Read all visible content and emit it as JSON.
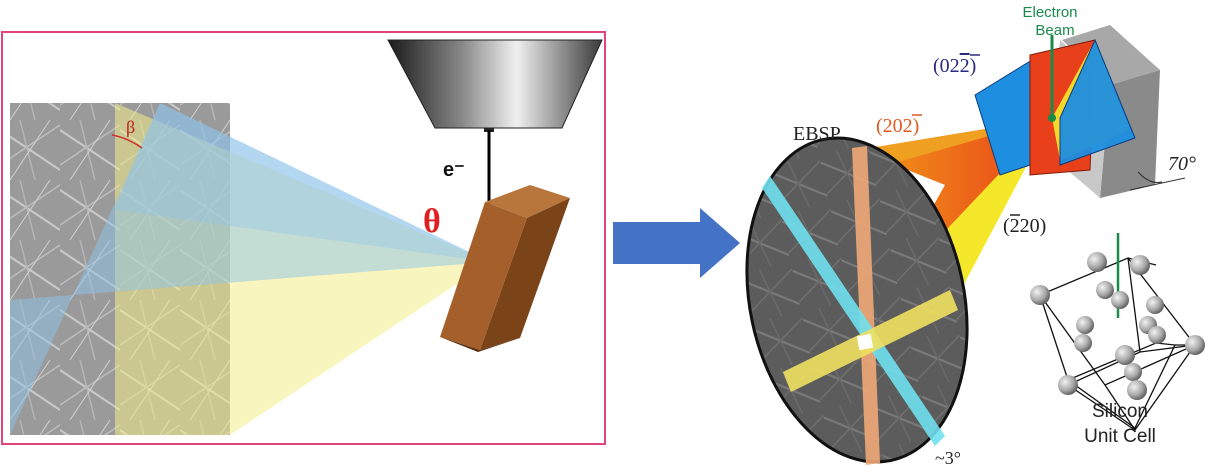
{
  "left_panel": {
    "angle_beta": "β",
    "electron_label": "e⁻",
    "angle_theta": "θ",
    "colors": {
      "frame": "#e0447a",
      "theta": "#e02020",
      "sample": "#9a5a2c"
    }
  },
  "arrow": {
    "color": "#4472c4",
    "icon": "right-arrow"
  },
  "right_panel": {
    "electron_beam_line1": "Electron",
    "electron_beam_line2": "Beam",
    "plane_02": "(02",
    "plane_02_bar": "2",
    "plane_02_close": ")",
    "plane_20": "(20",
    "plane_20_bar": "2",
    "plane_20_close": ")",
    "plane_220_bar": "2",
    "plane_220_rest": "20)",
    "plane_220_open": "(",
    "ebsp_label": "EBSP",
    "tilt_angle": "70°",
    "small_angle": "~3°",
    "unit_cell_line1": "Silicon",
    "unit_cell_line2": "Unit Cell",
    "colors": {
      "beam": "#1a8a4a",
      "plane_02": "#2a2a80",
      "plane_20": "#e05a20"
    }
  }
}
